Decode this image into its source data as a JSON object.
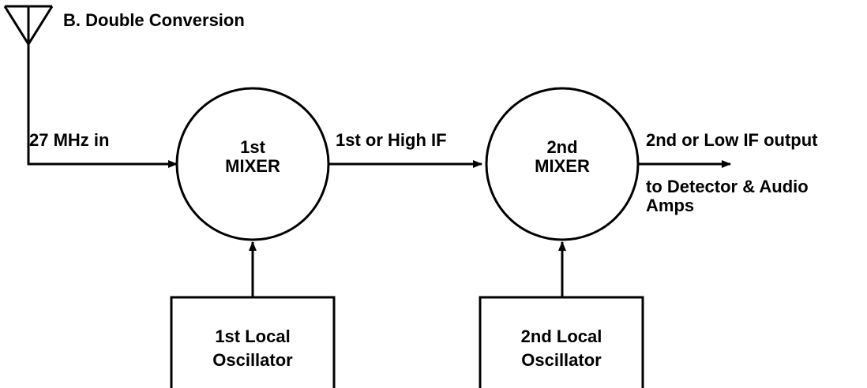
{
  "title": "B. Double Conversion",
  "input_label": "27 MHz in",
  "mixer1": {
    "line1": "1st",
    "line2": "MIXER"
  },
  "if1_label": "1st or High IF",
  "mixer2": {
    "line1": "2nd",
    "line2": "MIXER"
  },
  "output_label": "2nd or Low IF output",
  "output_dest": {
    "line1": "to Detector & Audio",
    "line2": "Amps"
  },
  "osc1": {
    "line1": "1st Local",
    "line2": "Oscillator"
  },
  "osc2": {
    "line1": "2nd Local",
    "line2": "Oscillator"
  }
}
